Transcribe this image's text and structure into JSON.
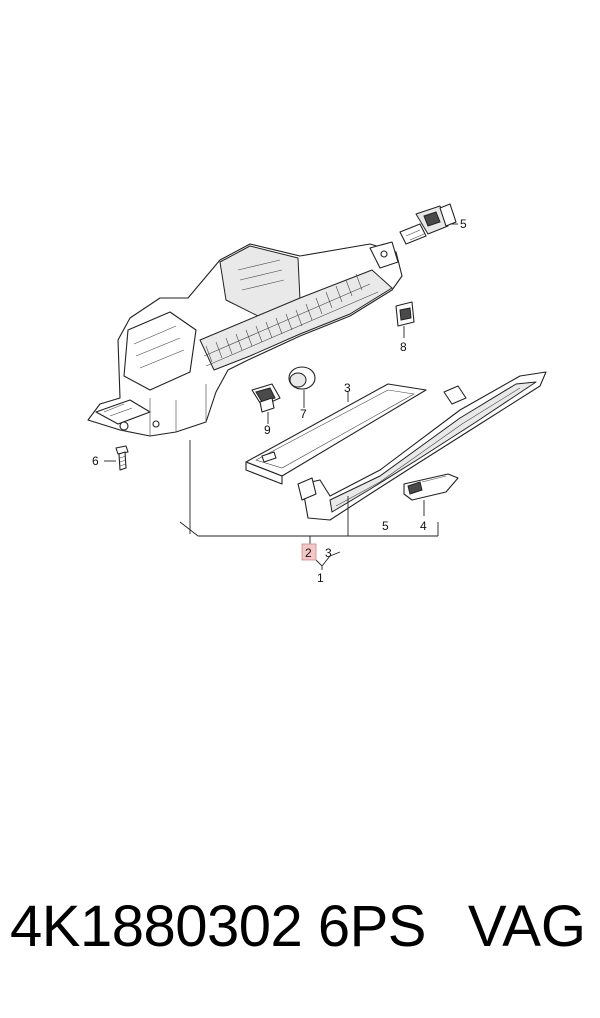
{
  "callouts": {
    "c1": "1",
    "c2": "2",
    "c3a": "3",
    "c3b": "3",
    "c4": "4",
    "c5a": "5",
    "c5b": "5",
    "c6": "6",
    "c7": "7",
    "c8": "8",
    "c9": "9"
  },
  "highlight_color": "#f4c7c7",
  "footer": {
    "part_number": "4K1880302 6PS",
    "brand": "VAG"
  }
}
